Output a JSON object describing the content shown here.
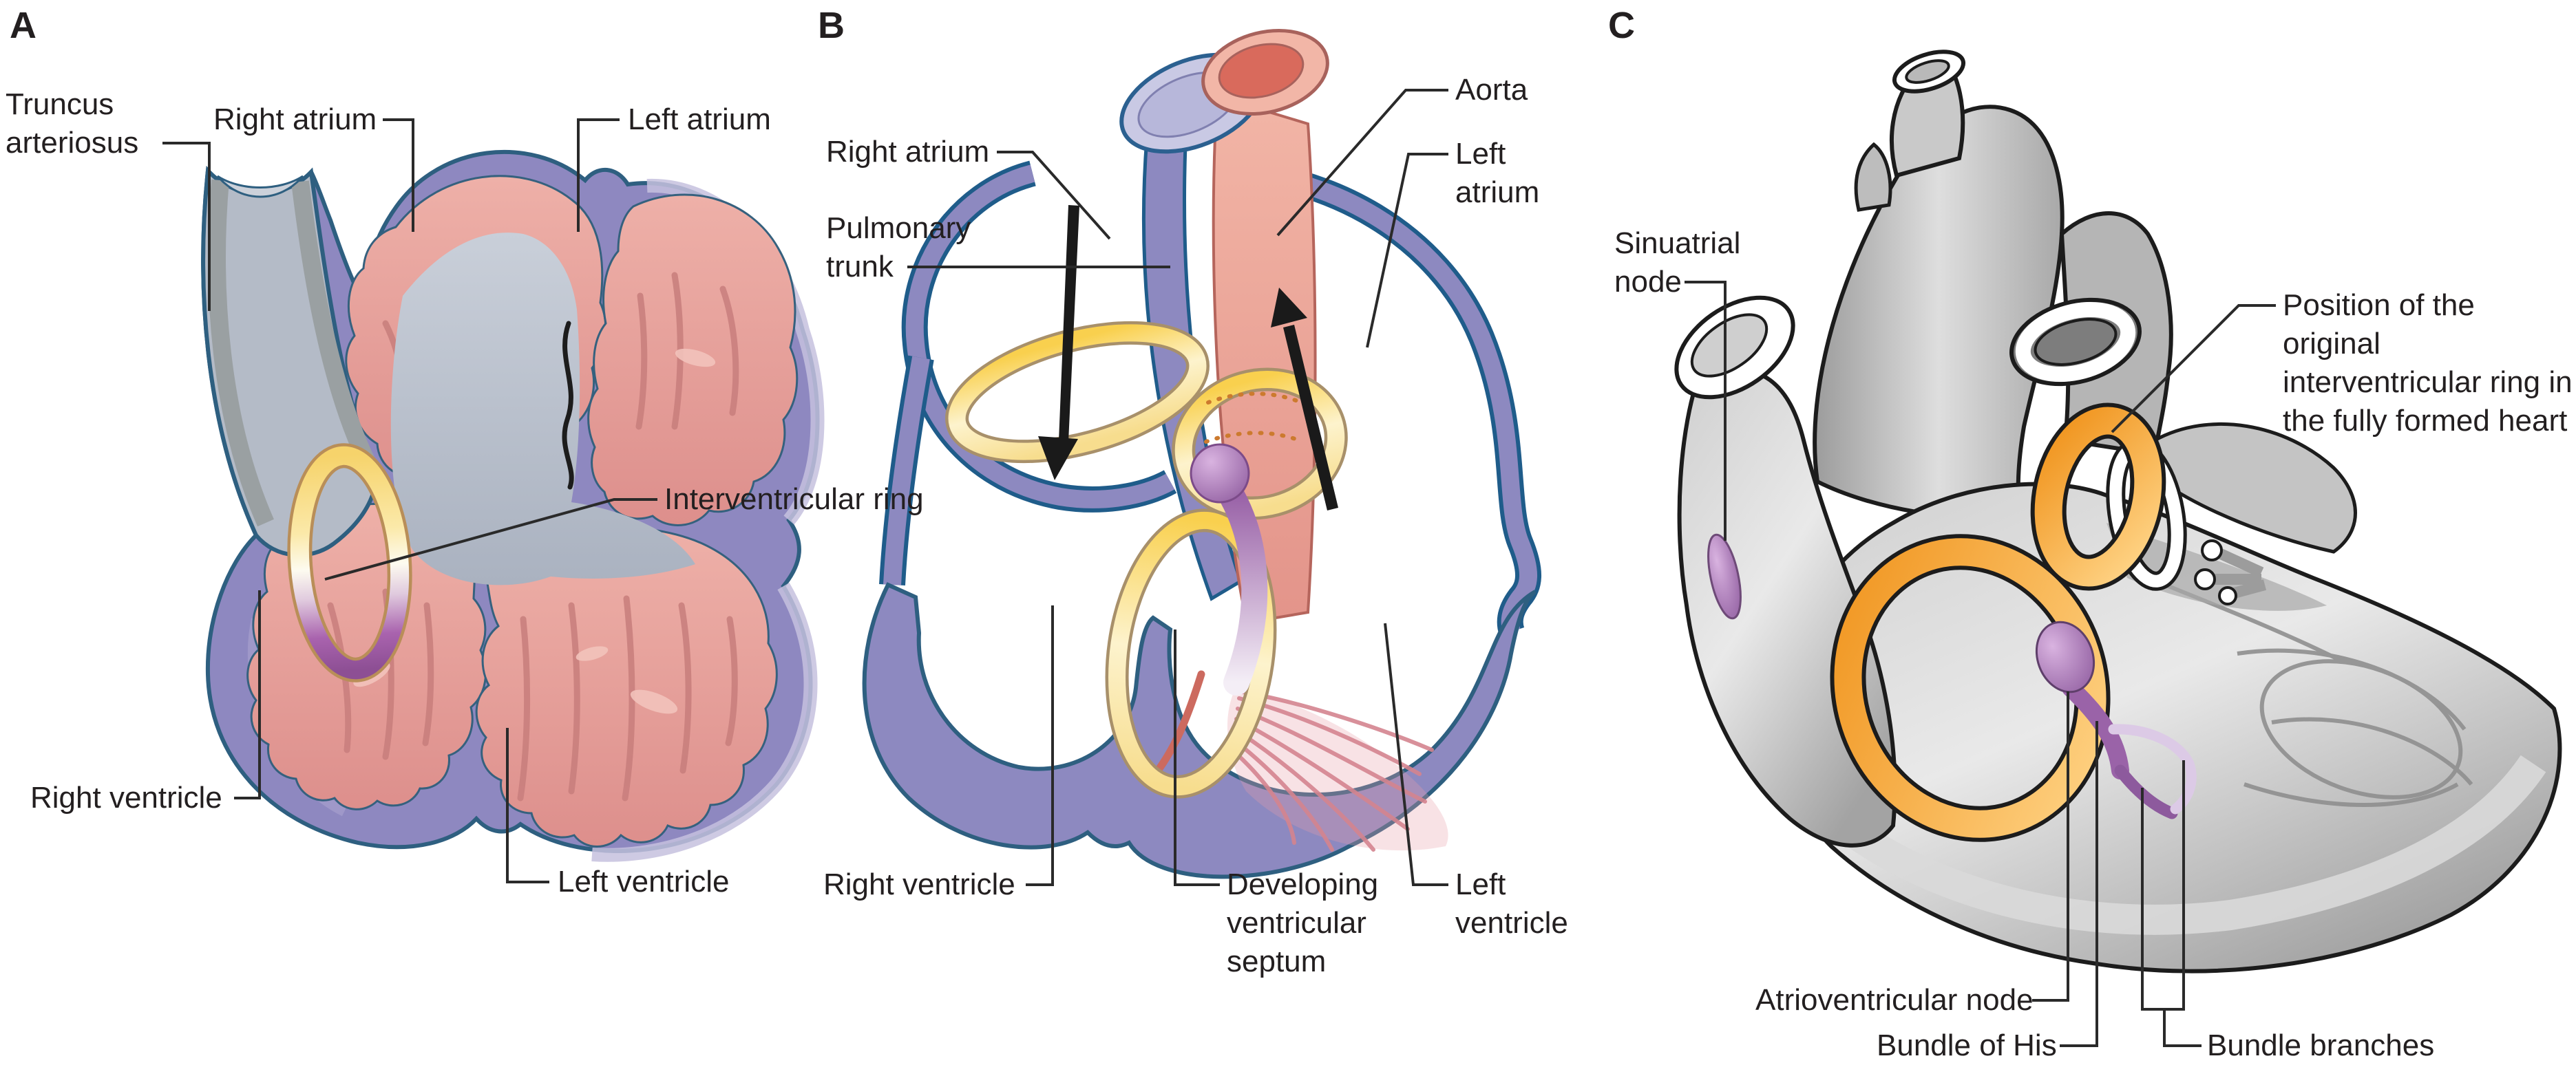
{
  "panels": {
    "a": {
      "letter": "A",
      "labels": {
        "truncus": "Truncus\narteriosus",
        "right_atrium": "Right atrium",
        "left_atrium": "Left atrium",
        "interventricular_ring": "Interventricular ring",
        "right_ventricle": "Right ventricle",
        "left_ventricle": "Left ventricle"
      }
    },
    "b": {
      "letter": "B",
      "labels": {
        "right_atrium": "Right atrium",
        "pulmonary_trunk": "Pulmonary\ntrunk",
        "aorta": "Aorta",
        "left_atrium": "Left\natrium",
        "right_ventricle": "Right ventricle",
        "developing_septum": "Developing\nventricular\nseptum",
        "left_ventricle": "Left\nventricle"
      }
    },
    "c": {
      "letter": "C",
      "labels": {
        "sinuatrial_node": "Sinuatrial\nnode",
        "position_ring": "Position of the original\ninterventricular ring in\nthe fully formed heart",
        "atrioventricular_node": "Atrioventricular node",
        "bundle_of_his": "Bundle of His",
        "bundle_branches": "Bundle branches"
      }
    }
  },
  "colors": {
    "wall_purple": "#8e88c0",
    "wall_purple_light": "#c6c1de",
    "outline_blue": "#2e5f80",
    "atrium_pink": "#e59a94",
    "pink_dark": "#c87e7c",
    "pink_light": "#f2c3bb",
    "lumen_gray": "#b6bdc9",
    "truncus_wall_gray": "#9aa0a2",
    "ring_yellow": "#f6d36b",
    "ring_purple": "#9a5fa5",
    "b_tube_purple": "#8d89c0",
    "b_outline": "#1f5c8a",
    "aorta_salmon": "#eda796",
    "aorta_inner_red": "#d96a5c",
    "pulmonary_lavender": "#c9c9e4",
    "node_purple": "#a06cb0",
    "fan_pink": "#d4848f",
    "c_gray_light": "#e8e8e8",
    "c_gray_mid": "#b5b5b5",
    "c_outline": "#1c1c1c",
    "c_ring_orange": "#f59a1d",
    "label_text": "#231f20",
    "leader_line": "#2a2a2a",
    "arrow_black": "#1a1a1a"
  }
}
